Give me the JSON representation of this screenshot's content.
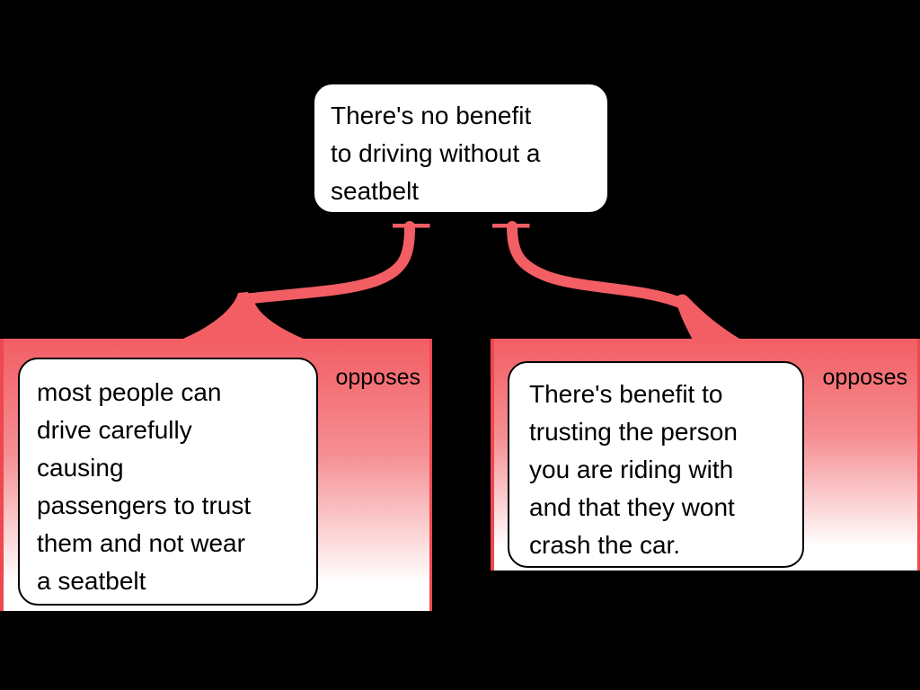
{
  "colors": {
    "connector": "#f25e64",
    "edge": "#ee4850",
    "background": "#000000",
    "node_bg": "#ffffff",
    "text": "#000000",
    "gradient_mid": "#f58e92"
  },
  "claim": {
    "text": "There's no benefit\nto driving without a\nseatbelt"
  },
  "objections": [
    {
      "relation": "opposes",
      "text": "most people can\ndrive carefully\ncausing\npassengers to trust\nthem and not wear\na seatbelt"
    },
    {
      "relation": "opposes",
      "text": "There's benefit to\ntrusting the person\nyou are riding with\nand that they wont\ncrash the car."
    }
  ]
}
